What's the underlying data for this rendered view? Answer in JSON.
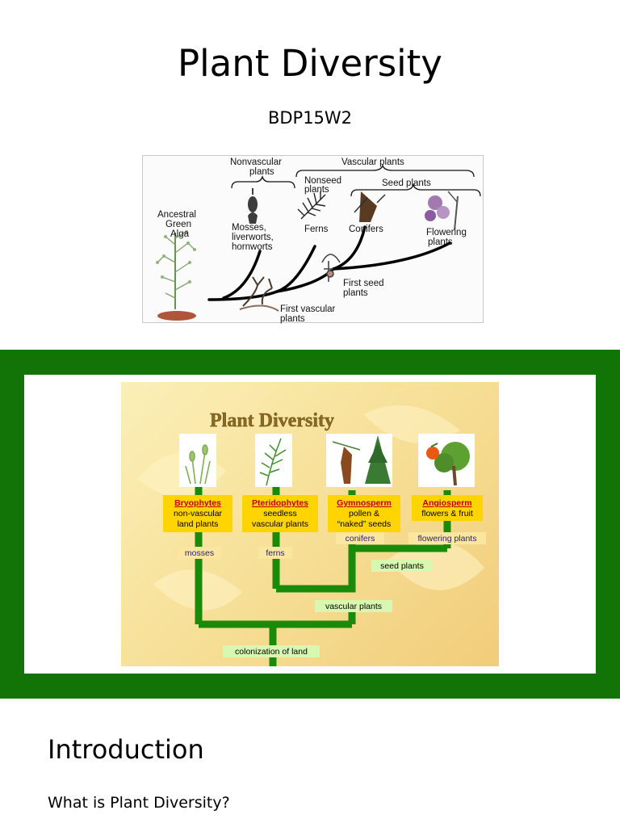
{
  "title": "Plant Diversity",
  "subtitle": "BDP15W2",
  "figure1": {
    "nonvascular": "Nonvascular plants",
    "vascular": "Vascular plants",
    "nonseed": "Nonseed plants",
    "seed": "Seed plants",
    "ancestral": "Ancestral Green Alga",
    "mosses": "Mosses, liverworts, hornworts",
    "ferns": "Ferns",
    "conifers": "Conifers",
    "flowering": "Flowering plants",
    "first_seed": "First seed plants",
    "first_vascular": "First vascular plants"
  },
  "figure2": {
    "title": "Plant Diversity",
    "groups": [
      {
        "name": "Bryophytes",
        "desc1": "non-vascular",
        "desc2": "land plants",
        "example": "mosses"
      },
      {
        "name": "Pteridophytes",
        "desc1": "seedless",
        "desc2": "vascular plants",
        "example": "ferns"
      },
      {
        "name": "Gymnosperm",
        "desc1": "pollen &",
        "desc2": "“naked” seeds",
        "example": "conifers"
      },
      {
        "name": "Angiosperm",
        "desc1": "flowers & fruit",
        "desc2": "",
        "example": "flowering plants"
      }
    ],
    "seed_plants": "seed plants",
    "vascular_plants": "vascular plants",
    "colonization": "colonization of land"
  },
  "colors": {
    "frame_green": "#127406",
    "branch_green": "#1a8a0a",
    "group_box": "#ffd400",
    "group_name": "#c00000",
    "example_text": "#26237a"
  },
  "section": {
    "heading": "Introduction",
    "body": "What is Plant Diversity?"
  }
}
